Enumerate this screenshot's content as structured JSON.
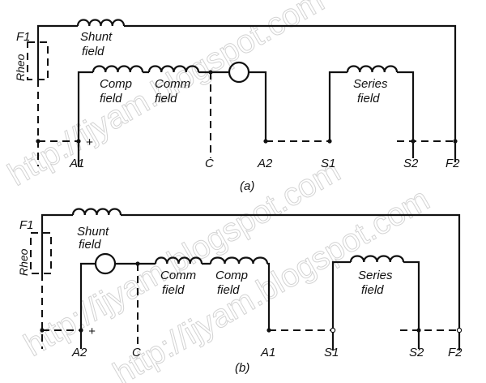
{
  "watermark": "http://ijyam.blogspot.com",
  "diagram_a": {
    "caption": "(a)",
    "labels": {
      "f1": "F1",
      "rheo": "Rheo",
      "shunt1": "Shunt",
      "shunt2": "field",
      "comp1": "Comp",
      "comp2": "field",
      "comm1": "Comm",
      "comm2": "field",
      "series1": "Series",
      "series2": "field",
      "plus": "+",
      "a1": "A1",
      "c": "C",
      "a2": "A2",
      "s1": "S1",
      "s2": "S2",
      "f2": "F2"
    }
  },
  "diagram_b": {
    "caption": "(b)",
    "labels": {
      "f1": "F1",
      "rheo": "Rheo",
      "shunt1": "Shunt",
      "shunt2": "field",
      "comm1": "Comm",
      "comm2": "field",
      "comp1": "Comp",
      "comp2": "field",
      "series1": "Series",
      "series2": "field",
      "plus": "+",
      "a2": "A2",
      "c": "C",
      "a1": "A1",
      "s1": "S1",
      "s2": "S2",
      "f2": "F2"
    }
  }
}
